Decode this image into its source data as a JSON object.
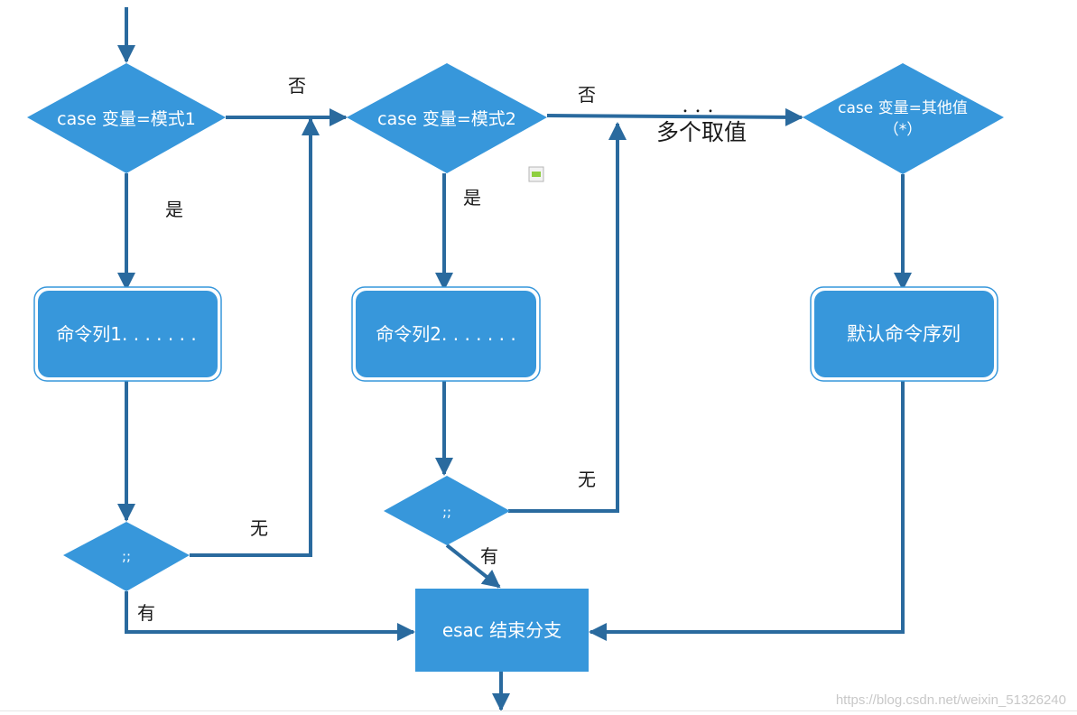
{
  "colors": {
    "shape_fill": "#3797db",
    "line": "#2a6a9e",
    "box_outline": "#3797db",
    "small_icon": "#8ecf3f"
  },
  "nodes": {
    "decision1": "case  变量=模式1",
    "decision2": "case  变量=模式2",
    "decision3_line1": "case  变量=其他值",
    "decision3_line2": "（*）",
    "command1": "命令列1. . . . . . .",
    "command2": "命令列2. . . . . . .",
    "default_command": "默认命令序列",
    "sep1": ";;",
    "sep2": ";;",
    "end": "esac  结束分支"
  },
  "edge_labels": {
    "no1": "否",
    "no2": "否",
    "yes1": "是",
    "yes2": "是",
    "none1": "无",
    "none2": "无",
    "has1": "有",
    "has2": "有",
    "ellipsis": ". . .",
    "multi_values": "多个取值"
  },
  "watermark": "https://blog.csdn.net/weixin_51326240"
}
